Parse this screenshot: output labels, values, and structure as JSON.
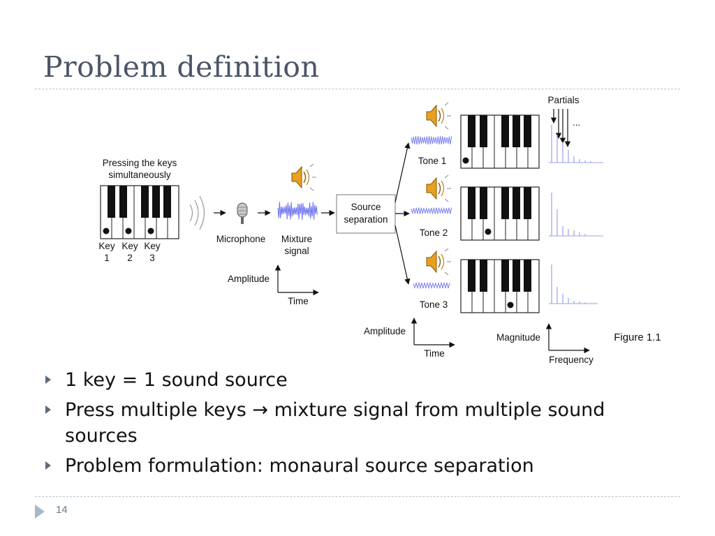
{
  "slide": {
    "title": "Problem definition",
    "page_number": "14"
  },
  "figure": {
    "caption": "Figure 1.1",
    "pressing_label_1": "Pressing the keys",
    "pressing_label_2": "simultaneously",
    "keys": [
      {
        "name": "Key",
        "num": "1"
      },
      {
        "name": "Key",
        "num": "2"
      },
      {
        "name": "Key",
        "num": "3"
      }
    ],
    "microphone": "Microphone",
    "mixture_1": "Mixture",
    "mixture_2": "signal",
    "amplitude": "Amplitude",
    "time": "Time",
    "separation_1": "Source",
    "separation_2": "separation",
    "tones": [
      "Tone 1",
      "Tone 2",
      "Tone 3"
    ],
    "partials": "Partials",
    "ellipsis": "...",
    "magnitude": "Magnitude",
    "frequency": "Frequency"
  },
  "bullets": [
    {
      "text": "1 key = 1 sound source"
    },
    {
      "text": "Press multiple keys → mixture signal from multiple sound sources"
    },
    {
      "text": "Problem formulation: monaural source separation"
    }
  ]
}
